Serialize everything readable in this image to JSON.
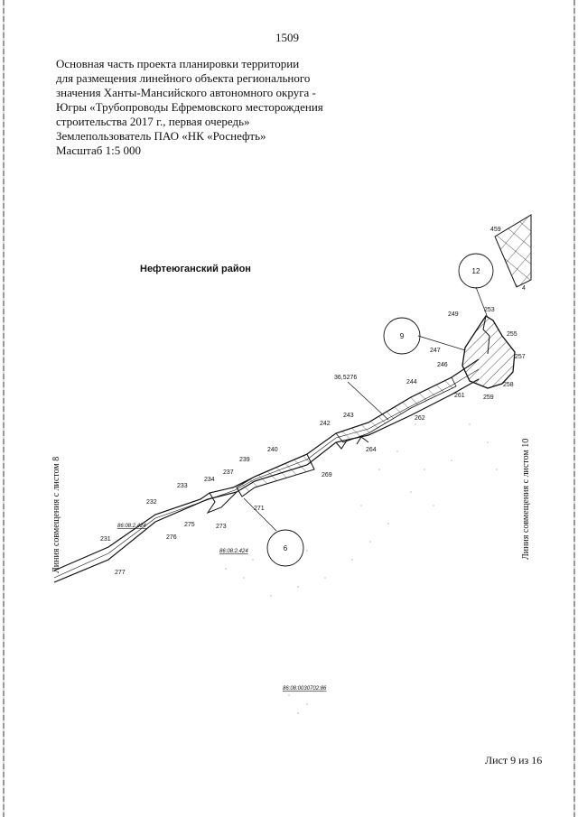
{
  "page_number": "1509",
  "header_lines": [
    "Основная часть проекта планировки территории",
    "для размещения линейного объекта регионального",
    "значения Ханты-Мансийского автономного округа -",
    "Югры «Трубопроводы Ефремовского месторождения",
    "строительства 2017 г., первая очередь»",
    "Землепользователь ПАО «НК «Роснефть»",
    "Масштаб 1:5 000"
  ],
  "region_label": "Нефтеюганский район",
  "match_line_left": "Линия совмещения с листом 8",
  "match_line_right": "Линия совмещения с листом 10",
  "sheet_number": "Лист 9 из 16",
  "map": {
    "parcel_label": "36,5276",
    "cadastral_labels": [
      "86:08:2.424",
      "86:08:2.424",
      "86:08:0030702:86"
    ],
    "callouts": [
      "12",
      "9",
      "6"
    ],
    "point_labels": [
      "459",
      "4",
      "253",
      "249",
      "255",
      "247",
      "257",
      "246",
      "258",
      "244",
      "261",
      "259",
      "262",
      "243",
      "242",
      "264",
      "240",
      "239",
      "269",
      "237",
      "234",
      "271",
      "233",
      "232",
      "275",
      "273",
      "276",
      "231",
      "277"
    ]
  }
}
